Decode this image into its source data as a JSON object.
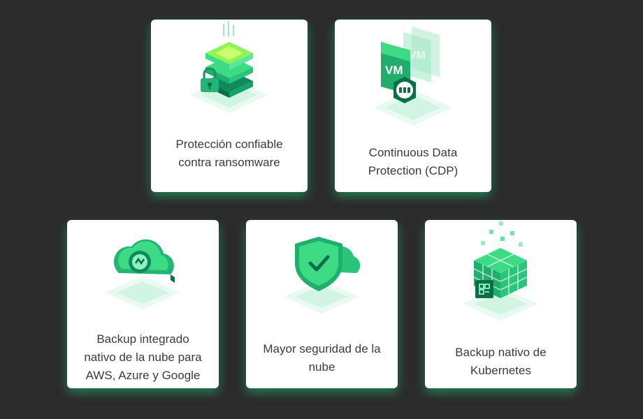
{
  "features": [
    {
      "label": "Protección confiable\ncontra ransomware",
      "icon": "ransomware-protection-icon"
    },
    {
      "label": "Continuous Data\nProtection (CDP)",
      "icon": "vm-cdp-icon",
      "icon_text": "VM"
    },
    {
      "label": "Backup integrado\nnativo de la nube para\nAWS, Azure y Google",
      "icon": "cloud-backup-icon"
    },
    {
      "label": "Mayor seguridad de la\nnube",
      "icon": "cloud-shield-icon"
    },
    {
      "label": "Backup nativo de\nKubernetes",
      "icon": "kubernetes-cubes-icon"
    }
  ],
  "colors": {
    "background": "#2b2b2b",
    "card": "#ffffff",
    "accent": "#3ddc84",
    "accent_dark": "#16a06a",
    "text": "#3a3a3a"
  }
}
